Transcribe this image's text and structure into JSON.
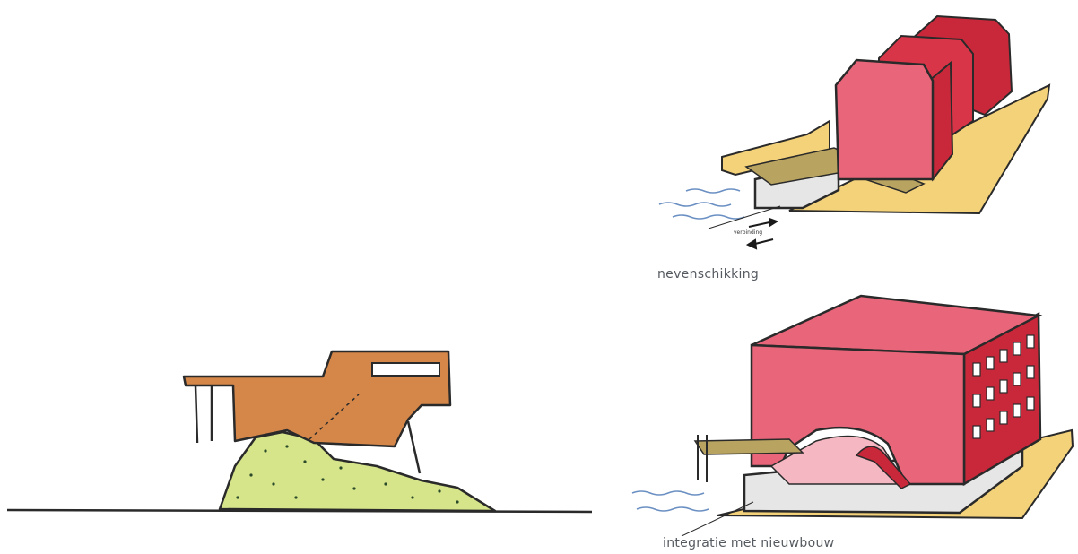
{
  "captions": {
    "top_right": "nevenschikking",
    "bottom_right": "integratie met nieuwbouw",
    "arrow_label": "verbinding"
  },
  "colors": {
    "house_red": "#e8657a",
    "house_red_dark": "#c8283a",
    "ground_yellow": "#f4d27a",
    "water_blue": "#6a8fc2",
    "dike_green": "#d6e58a",
    "building_orange": "#d5874a",
    "deck_wood": "#b8a360"
  },
  "icons": {
    "arrows": "double-arrow-icon"
  }
}
